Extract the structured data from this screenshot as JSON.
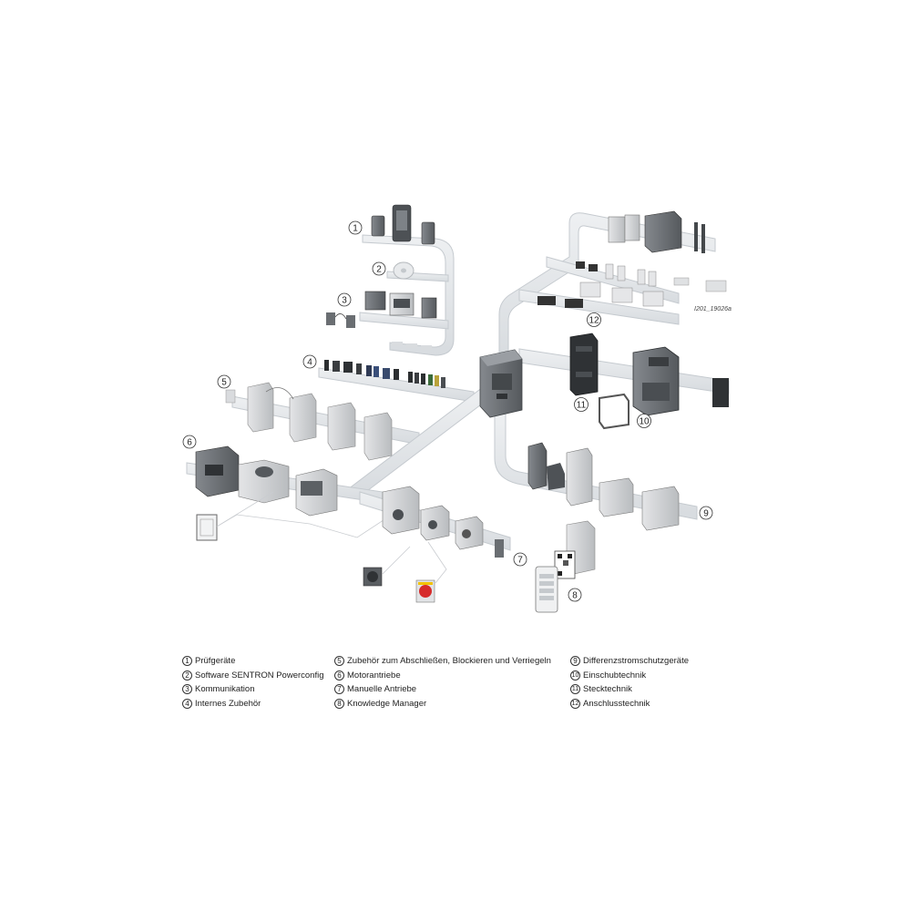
{
  "figure_id": "I201_19026a",
  "callouts": [
    "1",
    "2",
    "3",
    "4",
    "5",
    "6",
    "7",
    "8",
    "9",
    "10",
    "11",
    "12"
  ],
  "legend": {
    "columns": [
      [
        {
          "num": "1",
          "label": "Prüfgeräte"
        },
        {
          "num": "2",
          "label": "Software SENTRON Powerconfig"
        },
        {
          "num": "3",
          "label": "Kommunikation"
        },
        {
          "num": "4",
          "label": "Internes Zubehör"
        }
      ],
      [
        {
          "num": "5",
          "label": "Zubehör zum Abschließen, Blockieren und Verriegeln"
        },
        {
          "num": "6",
          "label": "Motorantriebe"
        },
        {
          "num": "7",
          "label": "Manuelle Antriebe"
        },
        {
          "num": "8",
          "label": "Knowledge Manager"
        }
      ],
      [
        {
          "num": "9",
          "label": "Differenzstromschutzgeräte"
        },
        {
          "num": "10",
          "label": "Einschubtechnik"
        },
        {
          "num": "11",
          "label": "Stecktechnik"
        },
        {
          "num": "12",
          "label": "Anschlusstechnik"
        }
      ]
    ]
  },
  "colors": {
    "rail": "#dfe3e7",
    "rail_edge": "#c7ccd1",
    "device": "#6b7075",
    "device_light": "#c9cbce",
    "device_dark": "#3d4144",
    "accent_red": "#d62b2b",
    "accent_yellow": "#f2c200"
  }
}
